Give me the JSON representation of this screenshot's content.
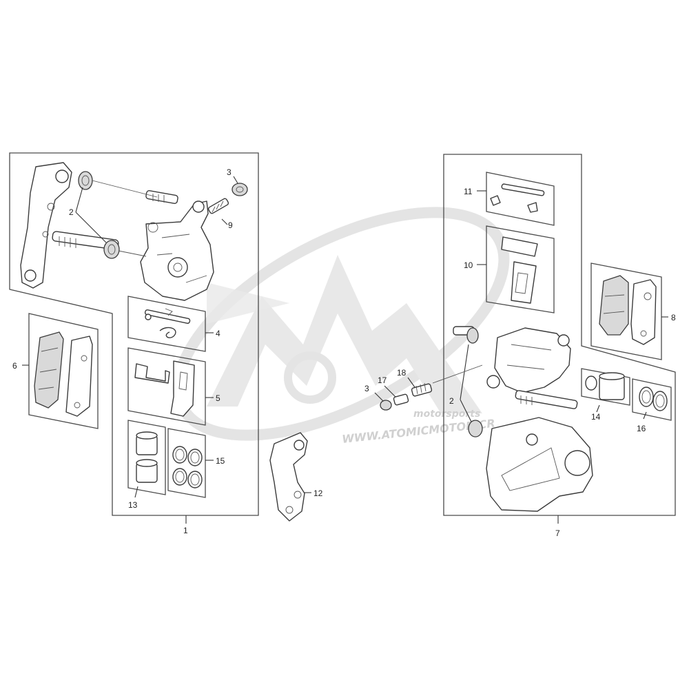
{
  "callouts": {
    "c1": "1",
    "c2a": "2",
    "c3a": "3",
    "c9": "9",
    "c4": "4",
    "c5": "5",
    "c6": "6",
    "c13": "13",
    "c15": "15",
    "c12": "12",
    "c7": "7",
    "c2b": "2",
    "c3b": "3",
    "c17": "17",
    "c18": "18",
    "c11": "11",
    "c10": "10",
    "c8": "8",
    "c14": "14",
    "c16": "16"
  },
  "watermark": {
    "line1": "motorsports",
    "line2": "WWW.ATOMICMOTOR.CR"
  }
}
